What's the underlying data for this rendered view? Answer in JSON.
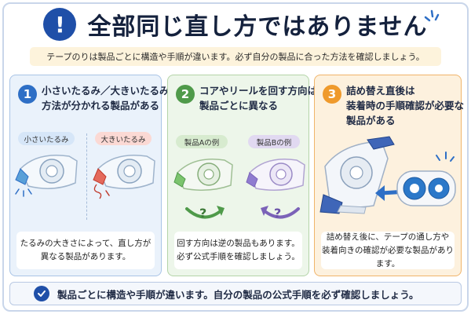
{
  "header": {
    "badge": "!",
    "title": "全部同じ直し方ではありません",
    "subtitle": "テープのりは製品ごとに構造や手順が違います。必ず自分の製品に合った方法を確認しましょう。"
  },
  "panels": [
    {
      "number": "1",
      "heading": [
        "小さいたるみ／大きいたるみで",
        "方法が分かれる製品がある"
      ],
      "tags": [
        "小さいたるみ",
        "大きいたるみ"
      ],
      "caption": [
        "たるみの大きさによって、直し方が",
        "異なる製品があります。"
      ]
    },
    {
      "number": "2",
      "heading": [
        "コアやリールを回す方向は",
        "製品ごとに異なる"
      ],
      "tags": [
        "製品Aの例",
        "製品Bの例"
      ],
      "marks": [
        "?",
        "?"
      ],
      "caption": [
        "回す方向は逆の製品もあります。",
        "必ず公式手順を確認しましょう。"
      ]
    },
    {
      "number": "3",
      "heading": [
        "詰め替え直後は",
        "装着時の手順確認が必要な",
        "製品がある"
      ],
      "caption": [
        "詰め替え後に、テープの通し方や",
        "装着向きの確認が必要な製品があります。"
      ]
    }
  ],
  "footer": {
    "text": "製品ごとに構造や手順が違います。自分の製品の公式手順を必ず確認しましょう。"
  },
  "colors": {
    "navy": "#1f4fa8",
    "blue": "#2e6fc6",
    "green": "#4f9a4a",
    "orange": "#ef9a2c",
    "purple": "#7b62b8"
  },
  "icons": [
    "exclamation-icon",
    "check-icon",
    "sparkle-icon",
    "arrow-icon"
  ]
}
